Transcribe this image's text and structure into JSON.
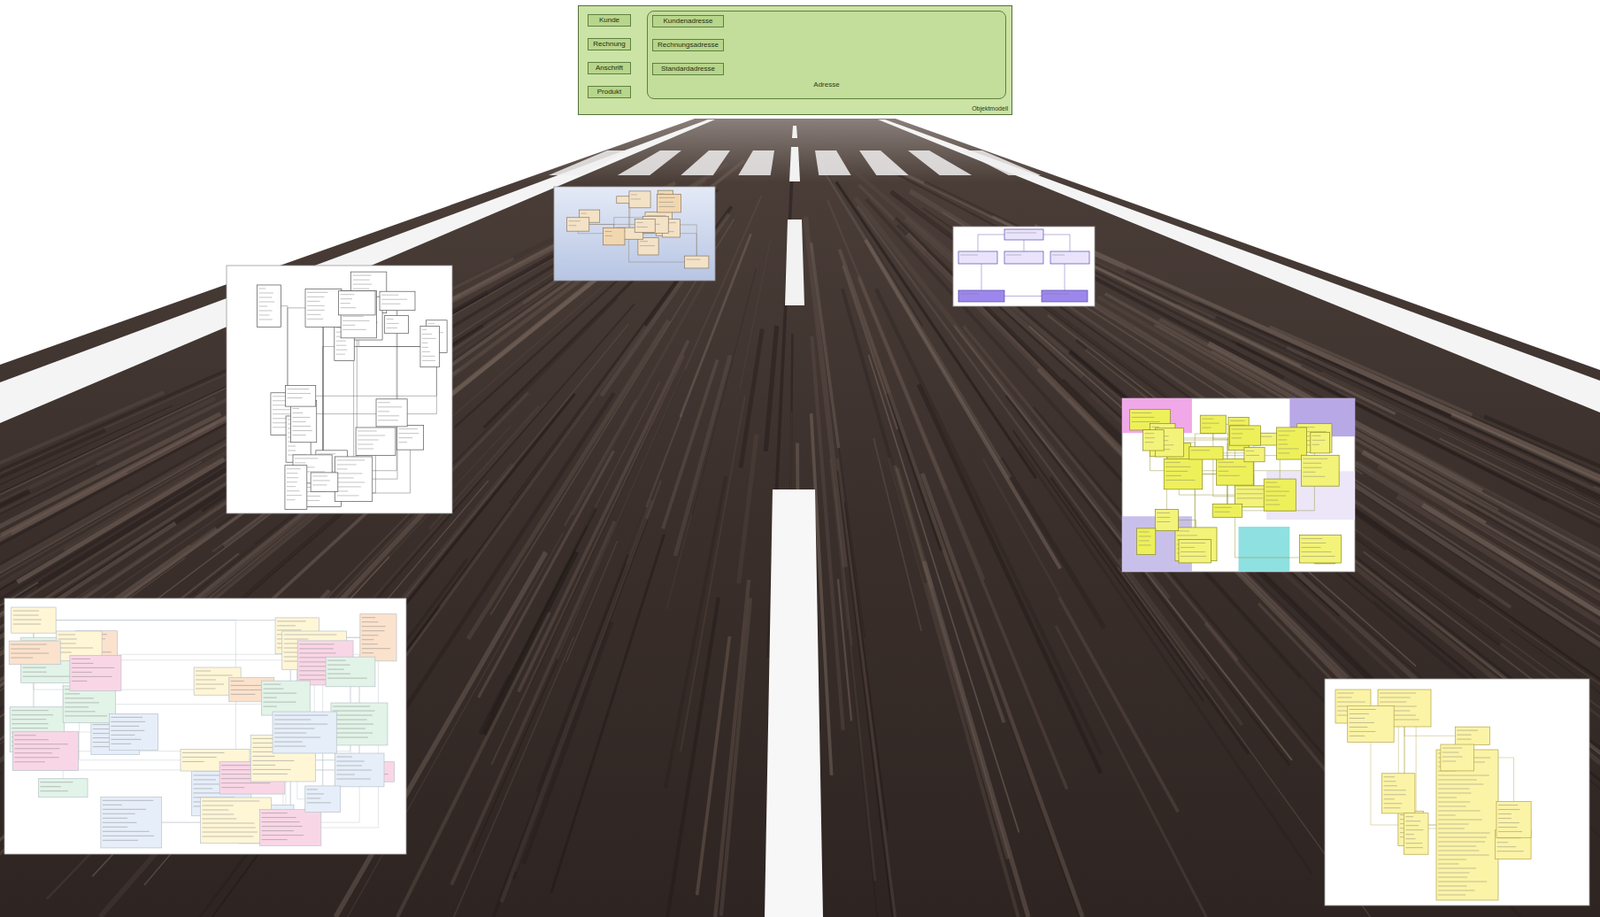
{
  "diagram": {
    "nodes": [
      {
        "text": [
          "Objektmodell"
        ]
      },
      {
        "text": [
          "Kunde"
        ],
        "in": 0
      },
      {
        "text": [
          "Rechnung"
        ],
        "in": 0
      },
      {
        "text": [
          "Anschrift"
        ],
        "in": 0
      },
      {
        "text": [
          "Produkt"
        ],
        "in": 0
      },
      {
        "text": [
          "Adresse"
        ],
        "in": 0
      },
      {
        "text": [
          "Kundenadresse"
        ],
        "in": 5
      },
      {
        "text": [
          "Rechnungsadresse"
        ],
        "in": 5
      },
      {
        "text": [
          "Standardadresse"
        ],
        "in": 5
      }
    ],
    "edges": [
      {
        "from": 1,
        "to": 2,
        "arrow": "none"
      },
      {
        "from": 2,
        "to": 3,
        "arrow": "none"
      },
      {
        "from": 3,
        "to": 4,
        "arrow": "none"
      },
      {
        "from": 1,
        "to": 6,
        "arrow": "none"
      },
      {
        "from": 2,
        "to": 7,
        "arrow": "none"
      },
      {
        "from": 3,
        "to": 8,
        "arrow": "none"
      }
    ]
  }
}
